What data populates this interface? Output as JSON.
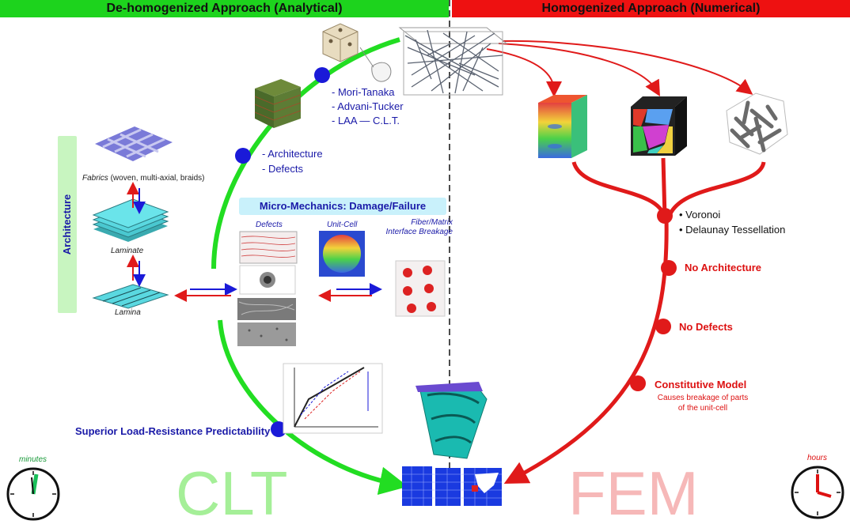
{
  "header": {
    "left_title": "De-homogenized Approach (Analytical)",
    "right_title": "Homogenized Approach (Numerical)"
  },
  "left": {
    "methods": [
      "- Mori-Tanaka",
      "- Advani-Tucker",
      "- LAA — C.L.T."
    ],
    "arch_items": [
      "- Architecture",
      "- Defects"
    ],
    "banner": "Micro-Mechanics: Damage/Failure",
    "defects_label": "Defects",
    "unit_cell_label": "Unit-Cell",
    "fiber_label_1": "Fiber/Matrix",
    "fiber_label_2": "Interface Breakage",
    "architecture_label": "Architecture",
    "fabrics_italic": "Fabrics",
    "fabrics_rest": " (woven, multi-axial, braids)",
    "laminate_label": "Laminate",
    "lamina_label": "Lamina",
    "superior_label": "Superior Load-Resistance Predictability",
    "clt_big": "CLT",
    "minutes_label": "minutes"
  },
  "right": {
    "voronoi": "• Voronoi",
    "delaunay": "• Delaunay Tessellation",
    "no_architecture": "No Architecture",
    "no_defects": "No Defects",
    "constitutive": "Constitutive Model",
    "causes_1": "Causes breakage of parts",
    "causes_2": "of the unit-cell",
    "fem_big": "FEM",
    "hours_label": "hours"
  },
  "colors": {
    "green": "#22dd22",
    "red": "#e01a1a",
    "blue_node": "#1a1ad8",
    "clt_text": "#a5ef98",
    "fem_text": "#f6b8b8"
  },
  "icons": [
    "dice-icon",
    "fiber-network-cube-icon",
    "woven-fabric-icon",
    "laminate-icon",
    "lamina-icon",
    "clock-icon"
  ]
}
